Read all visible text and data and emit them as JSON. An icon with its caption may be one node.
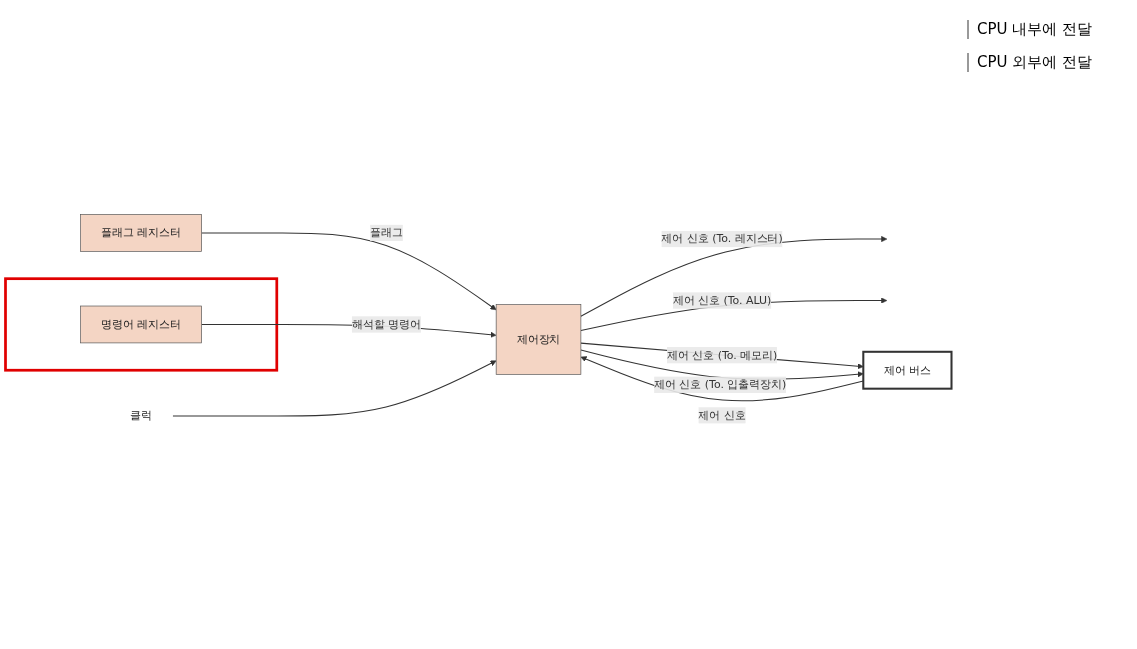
{
  "diagram": {
    "nodes": [
      {
        "text": [
          "플래그 레지스터"
        ]
      },
      {
        "text": [],
        "shape": "box"
      },
      {
        "text": [
          "명령어 레지스터"
        ],
        "in": 1
      },
      {
        "text": [
          "클럭"
        ]
      },
      {
        "text": [
          "제어장치"
        ]
      },
      {
        "text": [
          "제어 버스"
        ]
      }
    ],
    "edges": [
      {
        "from": 0,
        "to": 4,
        "arrow": "to",
        "label": "플래그"
      },
      {
        "from": 2,
        "to": 4,
        "arrow": "to",
        "label": "해석할 명령어"
      },
      {
        "from": 3,
        "to": 4,
        "arrow": "to"
      },
      {
        "from": 4,
        "to": null,
        "arrow": "to",
        "label": "제어 신호 (To. 레지스터)"
      },
      {
        "from": 4,
        "to": null,
        "arrow": "to",
        "label": "제어 신호 (To. ALU)"
      },
      {
        "from": 4,
        "to": 5,
        "arrow": "to",
        "label": "제어 신호 (To. 메모리)"
      },
      {
        "from": 4,
        "to": 5,
        "arrow": "to",
        "label": "제어 신호 (To. 입출력장치)"
      },
      {
        "from": 5,
        "to": 4,
        "arrow": "to",
        "label": "제어 신호"
      }
    ],
    "labels": [
      "CPU 내부에 전달",
      "CPU 외부에 전달"
    ]
  }
}
